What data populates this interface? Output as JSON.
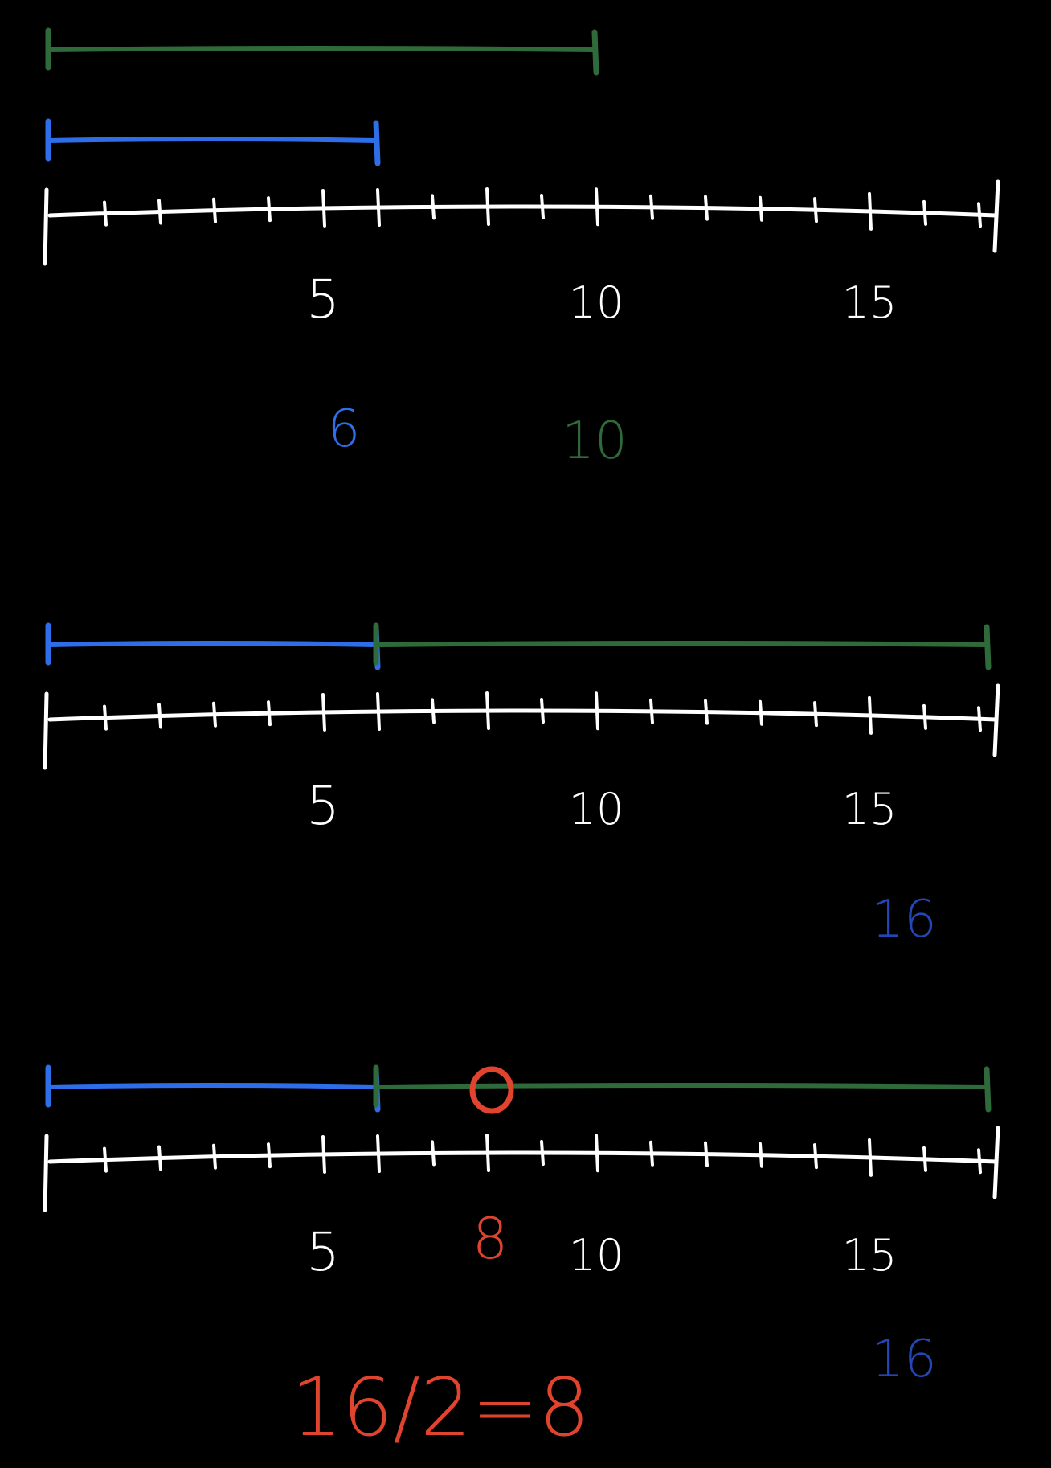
{
  "colors": {
    "background": "#000000",
    "number_line": "#ffffff",
    "blue_segment": "#2e6ee8",
    "green_segment": "#2f6b3a",
    "dark_blue_label": "#2447b8",
    "red": "#e0442f"
  },
  "number_line": {
    "start": 0,
    "end": 17,
    "tick_labels": [
      "5",
      "10",
      "15"
    ]
  },
  "panels": [
    {
      "segments": [
        {
          "color": "green",
          "from": 0,
          "to": 10
        },
        {
          "color": "blue",
          "from": 0,
          "to": 6
        }
      ],
      "labels": [
        {
          "text": "6",
          "color": "blue"
        },
        {
          "text": "10",
          "color": "green"
        }
      ]
    },
    {
      "segments": [
        {
          "color": "blue",
          "from": 0,
          "to": 6
        },
        {
          "color": "green",
          "from": 6,
          "to": 17
        }
      ],
      "labels": [
        {
          "text": "16",
          "color": "dark_blue"
        }
      ]
    },
    {
      "segments": [
        {
          "color": "blue",
          "from": 0,
          "to": 6
        },
        {
          "color": "green",
          "from": 6,
          "to": 17
        }
      ],
      "midpoint_marker": {
        "value": 8,
        "text": "8"
      },
      "labels": [
        {
          "text": "16",
          "color": "dark_blue"
        }
      ],
      "equation": "16/2=8"
    }
  ]
}
